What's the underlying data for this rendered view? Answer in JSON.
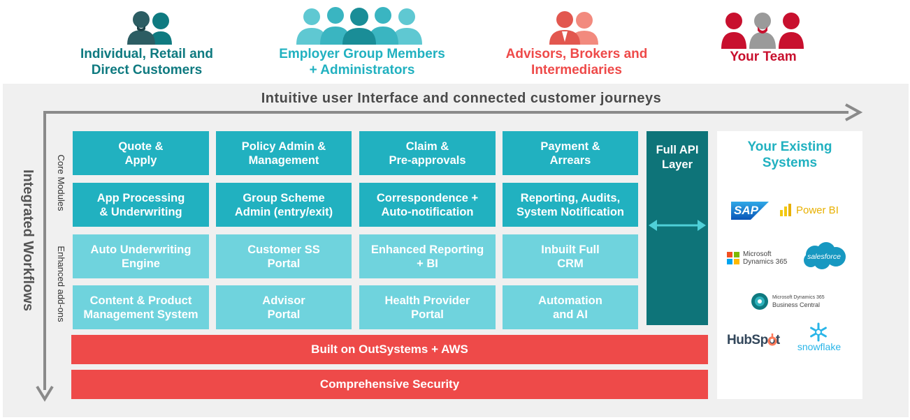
{
  "personas": [
    {
      "label": "Individual, Retail and\nDirect Customers",
      "color": "#0f7a80"
    },
    {
      "label": "Employer Group Members\n+ Administrators",
      "color": "#21b1c0"
    },
    {
      "label": "Advisors, Brokers and\nIntermediaries",
      "color": "#ee4a49"
    },
    {
      "label": "Your Team",
      "color": "#c8102e"
    }
  ],
  "journey_title": "Intuitive user Interface and connected customer journeys",
  "side_labels": {
    "integrated": "Integrated Workflows",
    "core": "Core Modules",
    "enhanced": "Enhanced add-ons"
  },
  "core_modules": [
    "Quote &\nApply",
    "Policy Admin &\nManagement",
    "Claim &\nPre-approvals",
    "Payment &\nArrears",
    "App Processing\n& Underwriting",
    "Group Scheme\nAdmin (entry/exit)",
    "Correspondence +\nAuto-notification",
    "Reporting, Audits,\nSystem Notification"
  ],
  "enhanced_addons": [
    "Auto Underwriting\nEngine",
    "Customer SS\nPortal",
    "Enhanced Reporting\n+ BI",
    "Inbuilt Full\nCRM",
    "Content & Product\nManagement System",
    "Advisor\nPortal",
    "Health Provider\nPortal",
    "Automation\nand AI"
  ],
  "api_layer": "Full API\nLayer",
  "foundation": {
    "built_on": "Built on OutSystems + AWS",
    "security": "Comprehensive Security"
  },
  "existing_systems": {
    "title": "Your Existing\nSystems",
    "sap": "SAP",
    "powerbi": "Power BI",
    "ms_dynamics_1": "Microsoft",
    "ms_dynamics_2": "Dynamics 365",
    "salesforce": "salesforce",
    "bc_1": "Microsoft Dynamics 365",
    "bc_2": "Business Central",
    "hubspot": "HubSpot",
    "snowflake": "snowflake"
  },
  "colors": {
    "core": "#21b1c0",
    "enhanced": "#6fd3dd",
    "api": "#0e7479",
    "foundation": "#ee4a49",
    "axis": "#8a8a8a"
  }
}
